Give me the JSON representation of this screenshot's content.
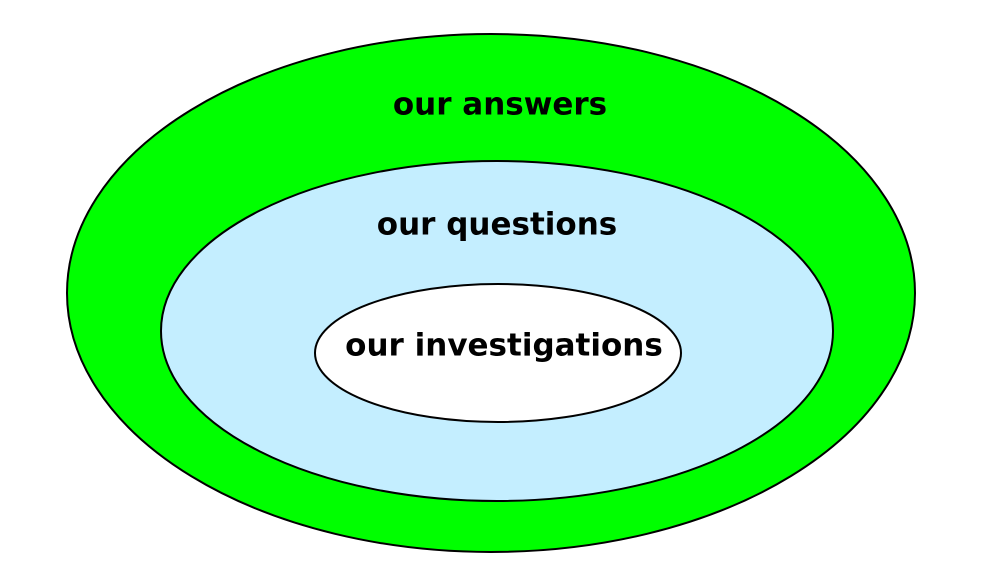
{
  "diagram": {
    "outer": {
      "label": "our answers",
      "fill": "#00ff00"
    },
    "middle": {
      "label": "our questions",
      "fill": "#c4eeff"
    },
    "inner": {
      "label": "our investigations",
      "fill": "#ffffff"
    },
    "stroke_color": "#000000",
    "text_color": "#000000"
  }
}
